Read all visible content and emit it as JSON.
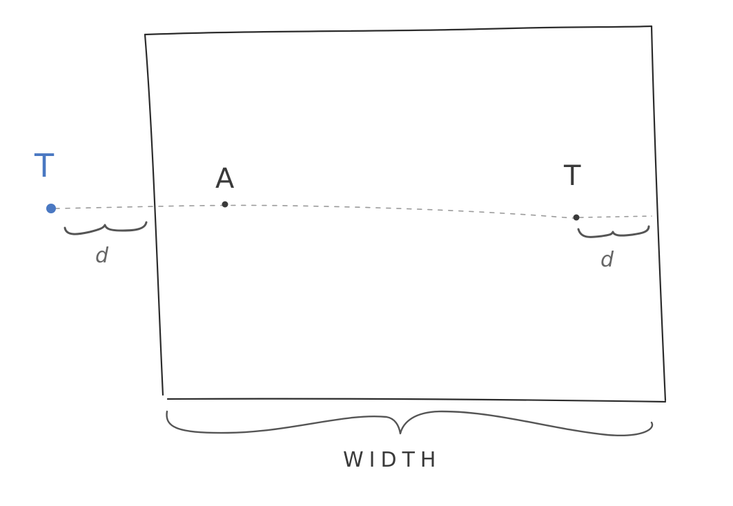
{
  "labels": {
    "point_a": "A",
    "target_right": "T",
    "target_left": "T",
    "distance_left": "d",
    "distance_right": "d",
    "width": "WIDTH"
  },
  "colors": {
    "ink": "#3a3a3a",
    "frame": "#2b2b2b",
    "brace": "#555555",
    "gray_label": "#666666",
    "blue": "#4a78c2",
    "dots": "#9a9a9a",
    "background": "#ffffff"
  }
}
